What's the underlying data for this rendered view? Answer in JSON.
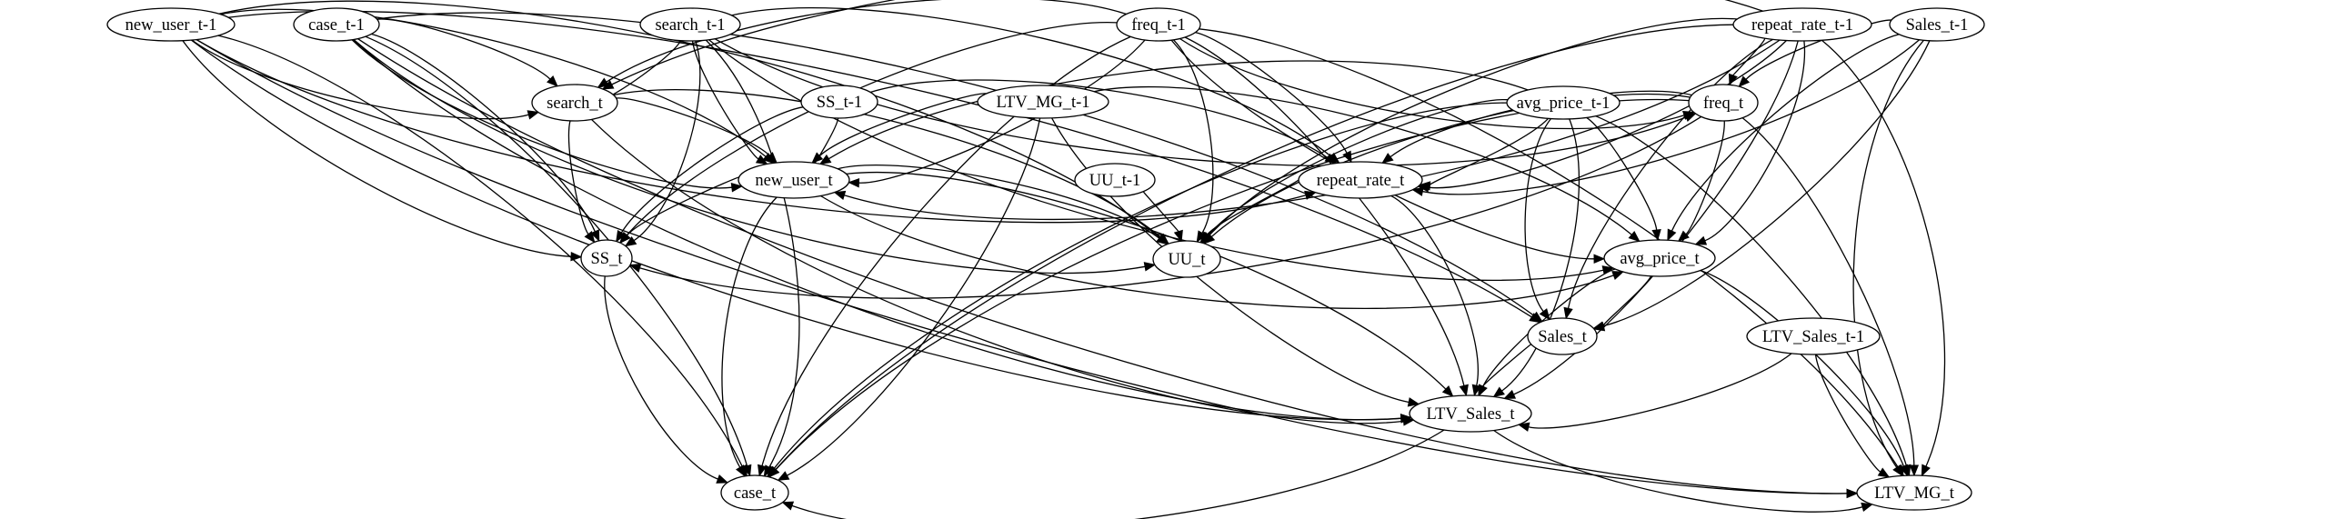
{
  "diagram": {
    "type": "directed-graph",
    "title": "",
    "colors": {
      "stroke": "#000000",
      "node_fill": "#ffffff",
      "background": "#ffffff"
    },
    "nodes": [
      {
        "id": "new_user_t-1",
        "label": "new_user_t-1"
      },
      {
        "id": "case_t-1",
        "label": "case_t-1"
      },
      {
        "id": "search_t-1",
        "label": "search_t-1"
      },
      {
        "id": "freq_t-1",
        "label": "freq_t-1"
      },
      {
        "id": "repeat_rate_t-1",
        "label": "repeat_rate_t-1"
      },
      {
        "id": "Sales_t-1",
        "label": "Sales_t-1"
      },
      {
        "id": "search_t",
        "label": "search_t"
      },
      {
        "id": "SS_t-1",
        "label": "SS_t-1"
      },
      {
        "id": "LTV_MG_t-1",
        "label": "LTV_MG_t-1"
      },
      {
        "id": "avg_price_t-1",
        "label": "avg_price_t-1"
      },
      {
        "id": "freq_t",
        "label": "freq_t"
      },
      {
        "id": "new_user_t",
        "label": "new_user_t"
      },
      {
        "id": "UU_t-1",
        "label": "UU_t-1"
      },
      {
        "id": "repeat_rate_t",
        "label": "repeat_rate_t"
      },
      {
        "id": "SS_t",
        "label": "SS_t"
      },
      {
        "id": "UU_t",
        "label": "UU_t"
      },
      {
        "id": "avg_price_t",
        "label": "avg_price_t"
      },
      {
        "id": "Sales_t",
        "label": "Sales_t"
      },
      {
        "id": "LTV_Sales_t-1",
        "label": "LTV_Sales_t-1"
      },
      {
        "id": "LTV_Sales_t",
        "label": "LTV_Sales_t"
      },
      {
        "id": "case_t",
        "label": "case_t"
      },
      {
        "id": "LTV_MG_t",
        "label": "LTV_MG_t"
      }
    ],
    "edges": [
      {
        "from": "new_user_t-1",
        "to": "search_t"
      },
      {
        "from": "new_user_t-1",
        "to": "new_user_t"
      },
      {
        "from": "new_user_t-1",
        "to": "SS_t"
      },
      {
        "from": "new_user_t-1",
        "to": "UU_t"
      },
      {
        "from": "new_user_t-1",
        "to": "repeat_rate_t"
      },
      {
        "from": "new_user_t-1",
        "to": "Sales_t"
      },
      {
        "from": "new_user_t-1",
        "to": "LTV_Sales_t"
      },
      {
        "from": "new_user_t-1",
        "to": "case_t"
      },
      {
        "from": "new_user_t-1",
        "to": "LTV_MG_t"
      },
      {
        "from": "case_t-1",
        "to": "search_t"
      },
      {
        "from": "case_t-1",
        "to": "new_user_t"
      },
      {
        "from": "case_t-1",
        "to": "SS_t"
      },
      {
        "from": "case_t-1",
        "to": "UU_t"
      },
      {
        "from": "case_t-1",
        "to": "Sales_t"
      },
      {
        "from": "case_t-1",
        "to": "LTV_Sales_t"
      },
      {
        "from": "case_t-1",
        "to": "case_t"
      },
      {
        "from": "case_t-1",
        "to": "LTV_MG_t"
      },
      {
        "from": "search_t-1",
        "to": "search_t"
      },
      {
        "from": "search_t-1",
        "to": "new_user_t"
      },
      {
        "from": "search_t-1",
        "to": "SS_t"
      },
      {
        "from": "search_t-1",
        "to": "freq_t"
      },
      {
        "from": "search_t-1",
        "to": "repeat_rate_t"
      },
      {
        "from": "search_t-1",
        "to": "avg_price_t"
      },
      {
        "from": "search_t-1",
        "to": "case_t"
      },
      {
        "from": "freq_t-1",
        "to": "search_t"
      },
      {
        "from": "freq_t-1",
        "to": "new_user_t"
      },
      {
        "from": "freq_t-1",
        "to": "SS_t"
      },
      {
        "from": "freq_t-1",
        "to": "UU_t"
      },
      {
        "from": "freq_t-1",
        "to": "freq_t"
      },
      {
        "from": "freq_t-1",
        "to": "repeat_rate_t"
      },
      {
        "from": "freq_t-1",
        "to": "avg_price_t"
      },
      {
        "from": "freq_t-1",
        "to": "LTV_Sales_t"
      },
      {
        "from": "freq_t-1",
        "to": "case_t"
      },
      {
        "from": "freq_t-1",
        "to": "LTV_MG_t"
      },
      {
        "from": "repeat_rate_t-1",
        "to": "search_t"
      },
      {
        "from": "repeat_rate_t-1",
        "to": "new_user_t"
      },
      {
        "from": "repeat_rate_t-1",
        "to": "freq_t"
      },
      {
        "from": "repeat_rate_t-1",
        "to": "repeat_rate_t"
      },
      {
        "from": "repeat_rate_t-1",
        "to": "UU_t"
      },
      {
        "from": "repeat_rate_t-1",
        "to": "avg_price_t"
      },
      {
        "from": "repeat_rate_t-1",
        "to": "Sales_t"
      },
      {
        "from": "repeat_rate_t-1",
        "to": "LTV_Sales_t"
      },
      {
        "from": "repeat_rate_t-1",
        "to": "case_t"
      },
      {
        "from": "repeat_rate_t-1",
        "to": "LTV_MG_t"
      },
      {
        "from": "Sales_t-1",
        "to": "freq_t"
      },
      {
        "from": "Sales_t-1",
        "to": "repeat_rate_t"
      },
      {
        "from": "Sales_t-1",
        "to": "avg_price_t"
      },
      {
        "from": "Sales_t-1",
        "to": "Sales_t"
      },
      {
        "from": "Sales_t-1",
        "to": "LTV_MG_t"
      },
      {
        "from": "search_t",
        "to": "new_user_t"
      },
      {
        "from": "search_t",
        "to": "SS_t"
      },
      {
        "from": "search_t",
        "to": "UU_t"
      },
      {
        "from": "search_t",
        "to": "LTV_Sales_t"
      },
      {
        "from": "SS_t-1",
        "to": "new_user_t"
      },
      {
        "from": "SS_t-1",
        "to": "SS_t"
      },
      {
        "from": "SS_t-1",
        "to": "repeat_rate_t"
      },
      {
        "from": "LTV_MG_t-1",
        "to": "new_user_t"
      },
      {
        "from": "LTV_MG_t-1",
        "to": "avg_price_t"
      },
      {
        "from": "LTV_MG_t-1",
        "to": "LTV_Sales_t"
      },
      {
        "from": "LTV_MG_t-1",
        "to": "case_t"
      },
      {
        "from": "avg_price_t-1",
        "to": "new_user_t"
      },
      {
        "from": "avg_price_t-1",
        "to": "repeat_rate_t"
      },
      {
        "from": "avg_price_t-1",
        "to": "UU_t"
      },
      {
        "from": "avg_price_t-1",
        "to": "avg_price_t"
      },
      {
        "from": "avg_price_t-1",
        "to": "Sales_t"
      },
      {
        "from": "avg_price_t-1",
        "to": "LTV_Sales_t"
      },
      {
        "from": "avg_price_t-1",
        "to": "case_t"
      },
      {
        "from": "avg_price_t-1",
        "to": "LTV_MG_t"
      },
      {
        "from": "freq_t",
        "to": "repeat_rate_t"
      },
      {
        "from": "freq_t",
        "to": "SS_t"
      },
      {
        "from": "freq_t",
        "to": "UU_t"
      },
      {
        "from": "freq_t",
        "to": "avg_price_t"
      },
      {
        "from": "freq_t",
        "to": "case_t"
      },
      {
        "from": "freq_t",
        "to": "LTV_MG_t"
      },
      {
        "from": "new_user_t",
        "to": "SS_t"
      },
      {
        "from": "new_user_t",
        "to": "UU_t"
      },
      {
        "from": "new_user_t",
        "to": "avg_price_t"
      },
      {
        "from": "new_user_t",
        "to": "LTV_Sales_t"
      },
      {
        "from": "new_user_t",
        "to": "case_t"
      },
      {
        "from": "UU_t-1",
        "to": "UU_t"
      },
      {
        "from": "repeat_rate_t",
        "to": "UU_t"
      },
      {
        "from": "repeat_rate_t",
        "to": "LTV_Sales_t"
      },
      {
        "from": "SS_t",
        "to": "case_t"
      },
      {
        "from": "avg_price_t",
        "to": "Sales_t"
      },
      {
        "from": "avg_price_t",
        "to": "LTV_Sales_t"
      },
      {
        "from": "avg_price_t",
        "to": "LTV_MG_t"
      },
      {
        "from": "Sales_t",
        "to": "LTV_Sales_t"
      },
      {
        "from": "LTV_Sales_t-1",
        "to": "LTV_Sales_t"
      },
      {
        "from": "LTV_Sales_t-1",
        "to": "LTV_MG_t"
      },
      {
        "from": "LTV_Sales_t",
        "to": "case_t"
      },
      {
        "from": "LTV_Sales_t",
        "to": "LTV_MG_t"
      }
    ]
  }
}
